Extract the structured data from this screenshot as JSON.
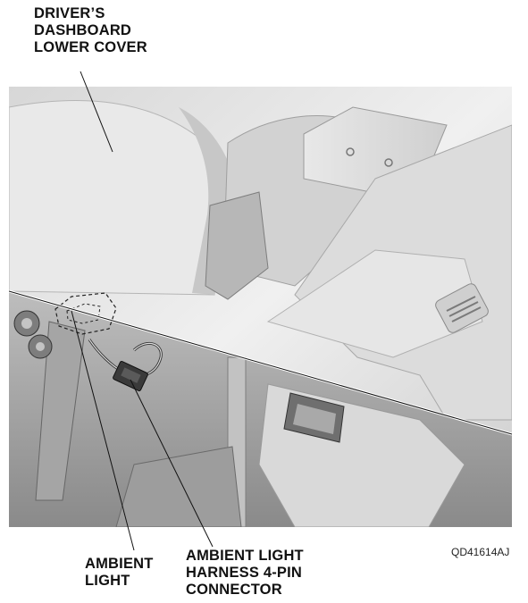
{
  "labels": {
    "cover": [
      "DRIVER’S",
      "DASHBOARD",
      "LOWER COVER"
    ],
    "ambient_light": [
      "AMBIENT",
      "LIGHT"
    ],
    "harness_connector": [
      "AMBIENT LIGHT",
      "HARNESS 4-PIN",
      "CONNECTOR"
    ]
  },
  "figure_code": "QD41614AJ",
  "colors": {
    "line": "#111111",
    "panel_light": "#e4e4e4",
    "panel_mid": "#c9c9c9",
    "panel_dark": "#8e8e8e",
    "connector": "#3a3a3a"
  }
}
